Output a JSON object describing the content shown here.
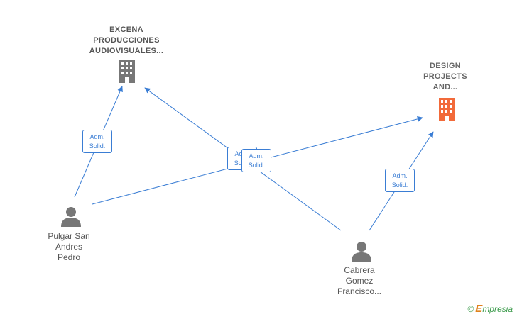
{
  "companies": {
    "excena": {
      "name_lines": [
        "EXCENA",
        "PRODUCCIONES",
        "AUDIOVISUALES..."
      ],
      "icon": "building-icon",
      "color": "#777777"
    },
    "design": {
      "name_lines": [
        "DESIGN",
        "PROJECTS",
        "AND..."
      ],
      "icon": "building-icon",
      "color": "#f26a3a"
    }
  },
  "persons": {
    "pulgar": {
      "name_lines": [
        "Pulgar San",
        "Andres",
        "Pedro"
      ],
      "icon": "person-icon",
      "color": "#777777"
    },
    "cabrera": {
      "name_lines": [
        "Cabrera",
        "Gomez",
        "Francisco..."
      ],
      "icon": "person-icon",
      "color": "#777777"
    }
  },
  "relations": [
    {
      "label_lines": [
        "Adm.",
        "Solid."
      ]
    },
    {
      "label_lines": [
        "Adm.",
        "Solid."
      ]
    },
    {
      "label_lines": [
        "Adm.",
        "Solid."
      ]
    },
    {
      "label_lines": [
        "Adm.",
        "Solid."
      ]
    }
  ],
  "edge_color": "#3a7dd4",
  "brand": {
    "copyright": "©",
    "initial": "E",
    "rest": "mpresia"
  }
}
